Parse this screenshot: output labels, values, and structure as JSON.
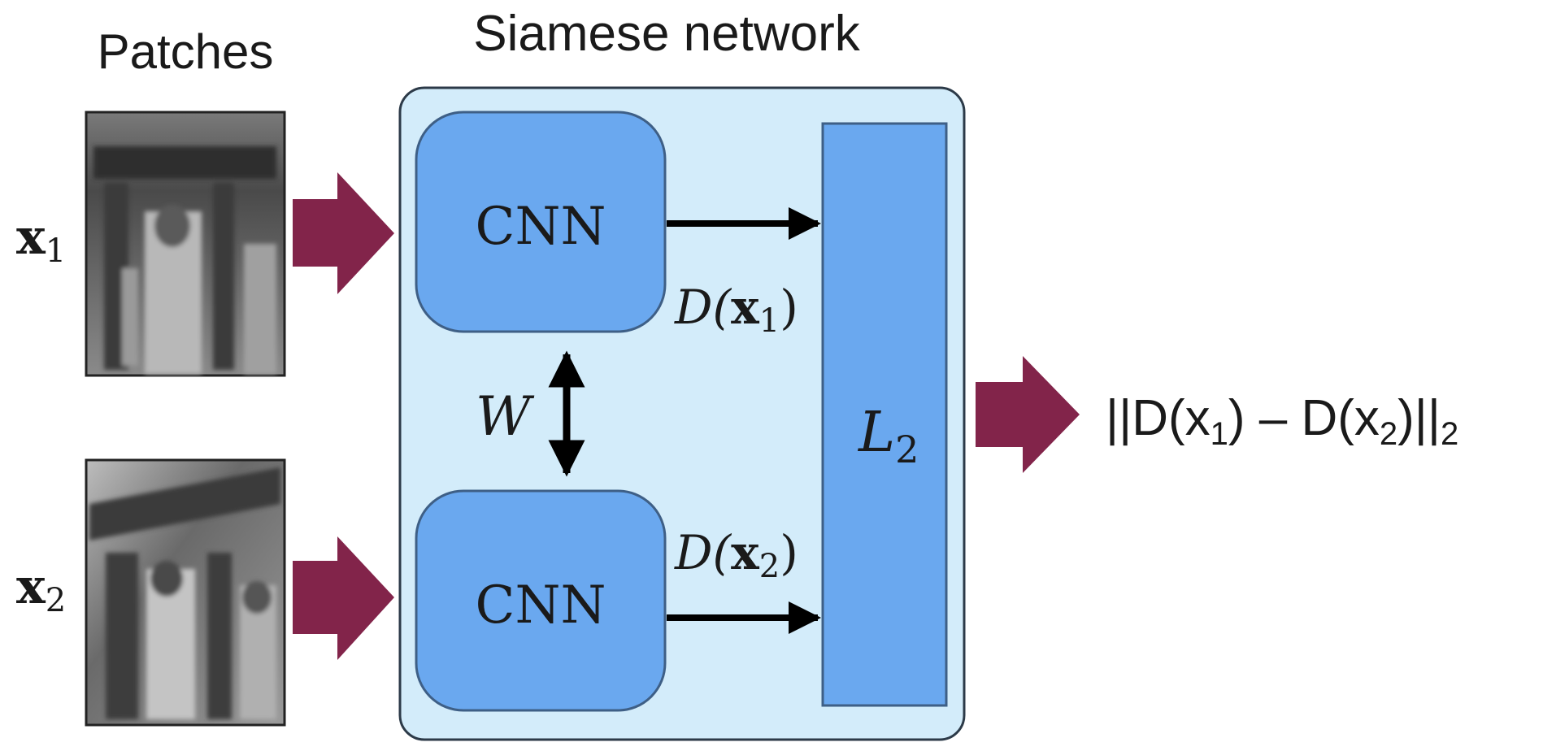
{
  "headers": {
    "patches": "Patches",
    "network": "Siamese network"
  },
  "inputs": [
    {
      "var": "x",
      "sub": "1"
    },
    {
      "var": "x",
      "sub": "2"
    }
  ],
  "blocks": {
    "cnn_top": "CNN",
    "cnn_bottom": "CNN",
    "loss": {
      "var": "L",
      "sub": "2"
    }
  },
  "edges": {
    "shared_weights": "W",
    "d1": {
      "func": "D(",
      "var": "x",
      "sub": "1",
      "close": ")"
    },
    "d2": {
      "func": "D(",
      "var": "x",
      "sub": "2",
      "close": ")"
    }
  },
  "output": {
    "open": "||D(x",
    "sub1": "1",
    "mid": ") – D(x",
    "sub2": "2",
    "close": ")||",
    "sub3": "2"
  },
  "colors": {
    "outer_box_fill": "#d3ecfa",
    "block_fill": "#6aa8ef",
    "block_stroke": "#3e5f86",
    "big_arrow": "#82244a",
    "text": "#1a1a1a"
  },
  "icons": {
    "patch1": "image-patch-icon",
    "patch2": "image-patch-icon"
  }
}
